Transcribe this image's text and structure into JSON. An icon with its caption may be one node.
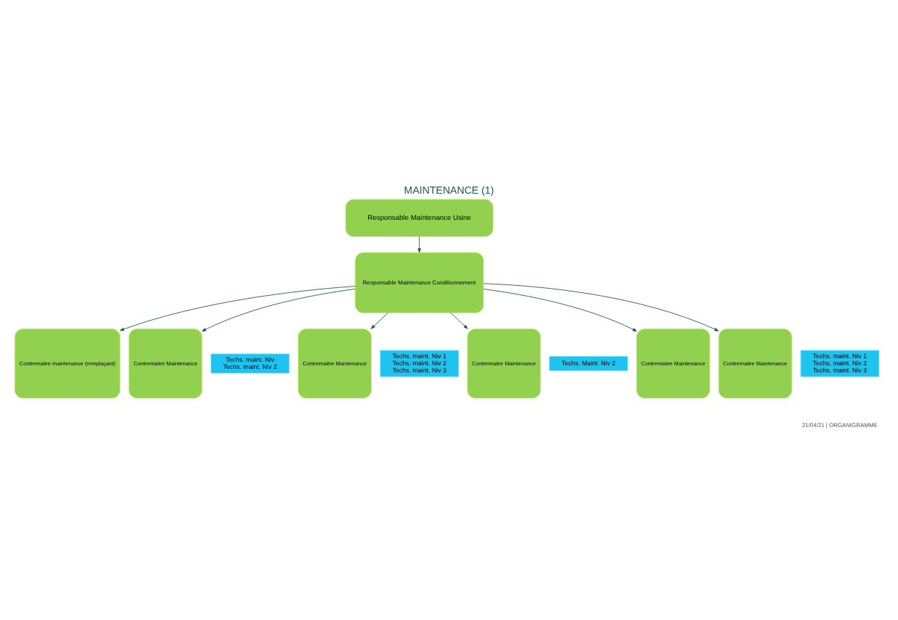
{
  "diagram": {
    "title": "MAINTENANCE (1)",
    "nodes": [
      {
        "text": [
          "Responsable Maintenance Usine"
        ]
      },
      {
        "text": [
          "Responsable Maintenance Conditionnement"
        ]
      },
      {
        "text": [
          "Contremaitre maintenance (remplaçant)"
        ]
      },
      {
        "text": [
          "Contremaitre Maintenance"
        ]
      },
      {
        "text": [
          "Contremaitre Maintenance"
        ]
      },
      {
        "text": [
          "Contremaitre Maintenance"
        ]
      },
      {
        "text": [
          "Contremaitre Maintenance"
        ]
      },
      {
        "text": [
          "Contremaitre Maintenance"
        ]
      },
      {
        "text": [
          "Techs. maint. Niv",
          "Techs. maint. Niv 2"
        ]
      },
      {
        "text": [
          "Techs. maint. Niv 1",
          "Techs. maint. Niv 2",
          "Techs. maint. Niv 3"
        ]
      },
      {
        "text": [
          "Techs. Maint. Niv 2"
        ]
      },
      {
        "text": [
          "Techs. maint. Niv 1",
          "Techs. maint. Niv 2",
          "Techs. maint. Niv 3"
        ]
      }
    ],
    "edges": [
      {
        "from": 0,
        "to": 1,
        "arrow": "to"
      },
      {
        "from": 1,
        "to": 2,
        "arrow": "to"
      },
      {
        "from": 1,
        "to": 3,
        "arrow": "to"
      },
      {
        "from": 1,
        "to": 4,
        "arrow": "to"
      },
      {
        "from": 1,
        "to": 5,
        "arrow": "to"
      },
      {
        "from": 1,
        "to": 6,
        "arrow": "to"
      },
      {
        "from": 1,
        "to": 7,
        "arrow": "to"
      }
    ],
    "labels": [
      "21/04/21 | ORGANIGRAMME"
    ]
  }
}
